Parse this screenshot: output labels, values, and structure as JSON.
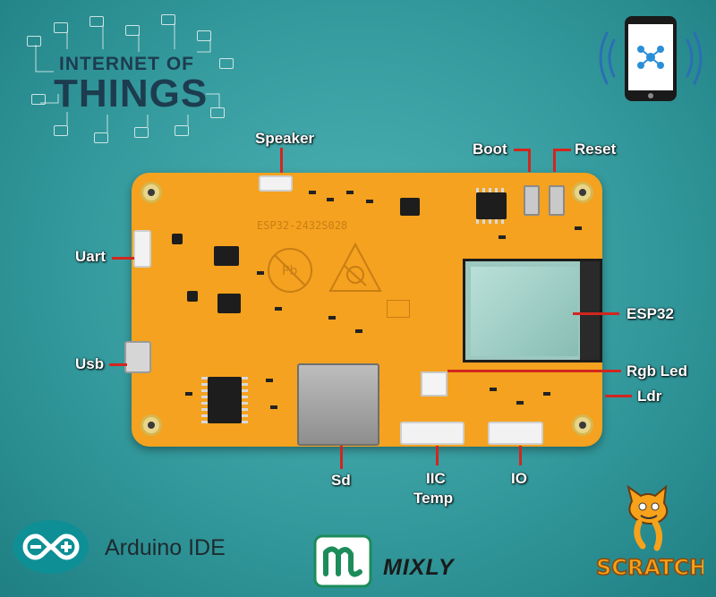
{
  "labels": {
    "speaker": "Speaker",
    "boot": "Boot",
    "reset": "Reset",
    "uart": "Uart",
    "usb": "Usb",
    "esp32": "ESP32",
    "rgb_led": "Rgb Led",
    "ldr": "Ldr",
    "sd": "Sd",
    "iic": "IIC",
    "temp": "Temp",
    "io": "IO"
  },
  "board": {
    "model": "ESP32-2432S028"
  },
  "logos": {
    "iot_line1": "INTERNET OF",
    "iot_line2": "THINGS",
    "arduino": "Arduino IDE",
    "mixly": "MIXLY",
    "scratch": "SCRATCH"
  },
  "colors": {
    "pcb": "#f4a21f",
    "callout_line": "#d2261e",
    "background": "#349a9d"
  }
}
